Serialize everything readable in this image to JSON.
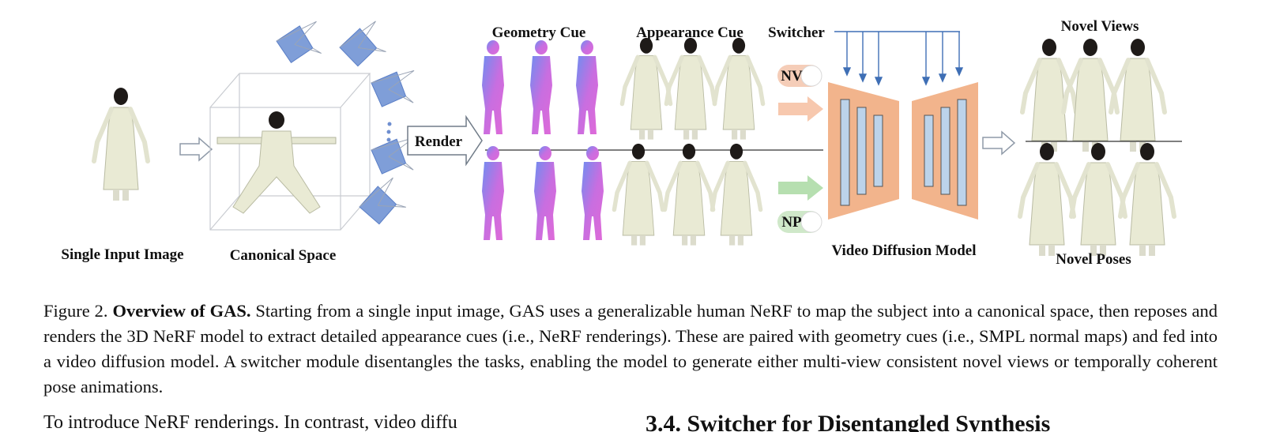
{
  "figure": {
    "labels": {
      "single_input_image": "Single Input Image",
      "canonical_space": "Canonical Space",
      "render": "Render",
      "geometry_cue": "Geometry Cue",
      "appearance_cue": "Appearance Cue",
      "switcher": "Switcher",
      "nv": "NV",
      "np": "NP",
      "video_diffusion_model": "Video Diffusion Model",
      "novel_views": "Novel Views",
      "novel_poses": "Novel Poses"
    },
    "colors": {
      "diffusion_model": "#f2b48c",
      "diffusion_bar": "#bcd3ea",
      "camera": "#7f9ed8",
      "nv_arrow": "#f7c8ae",
      "np_arrow": "#b6dfb0",
      "switcher_line": "#3f6fb5",
      "normal_map_pink": "#e06ad8",
      "normal_map_blue": "#6f8df0"
    }
  },
  "caption": {
    "prefix": "Figure 2.",
    "title": "Overview of GAS.",
    "body": "Starting from a single input image, GAS uses a generalizable human NeRF to map the subject into a canonical space, then reposes and renders the 3D NeRF model to extract detailed appearance cues (i.e., NeRF renderings). These are paired with geometry cues (i.e., SMPL normal maps) and fed into a video diffusion model. A switcher module disentangles the tasks, enabling the model to generate either multi-view consistent novel views or temporally coherent pose animations."
  },
  "next_line": {
    "left_text": "To introduce NeRF renderings. In contrast, video diffu",
    "section_heading": "3.4. Switcher for Disentangled Synthesis"
  }
}
